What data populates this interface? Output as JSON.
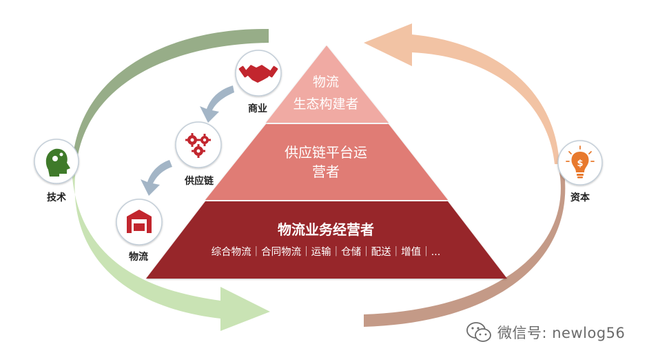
{
  "pyramid": {
    "top": {
      "line1": "物流",
      "line2": "生态构建者",
      "color": "#f0aaa3"
    },
    "middle": {
      "line1": "供应链平台运",
      "line2": "营者",
      "color": "#e07c74"
    },
    "bottom": {
      "title": "物流业务经营者",
      "subtitle": "综合物流｜合同物流｜运输｜仓储｜配送｜增值｜...",
      "color": "#97262a"
    }
  },
  "nodes": {
    "commerce": {
      "label": "商业",
      "icon": "handshake-icon",
      "color": "#c2262e"
    },
    "supply_chain": {
      "label": "供应链",
      "icon": "gears-icon",
      "color": "#c2262e"
    },
    "logistics": {
      "label": "物流",
      "icon": "warehouse-icon",
      "color": "#c2262e"
    },
    "technology": {
      "label": "技术",
      "icon": "brain-gears-icon",
      "color": "#3f7a2a"
    },
    "capital": {
      "label": "资本",
      "icon": "lightbulb-dollar-icon",
      "color": "#e8792d"
    }
  },
  "arrows": {
    "left_top_color": "#97ad88",
    "left_bottom_color": "#c9e3b4",
    "right_top_color": "#f2c3a4",
    "right_bottom_color": "#c49a87",
    "small_color": "#a3b5c6"
  },
  "watermark": {
    "text": "微信号: newlog56",
    "icon": "wechat-icon"
  }
}
